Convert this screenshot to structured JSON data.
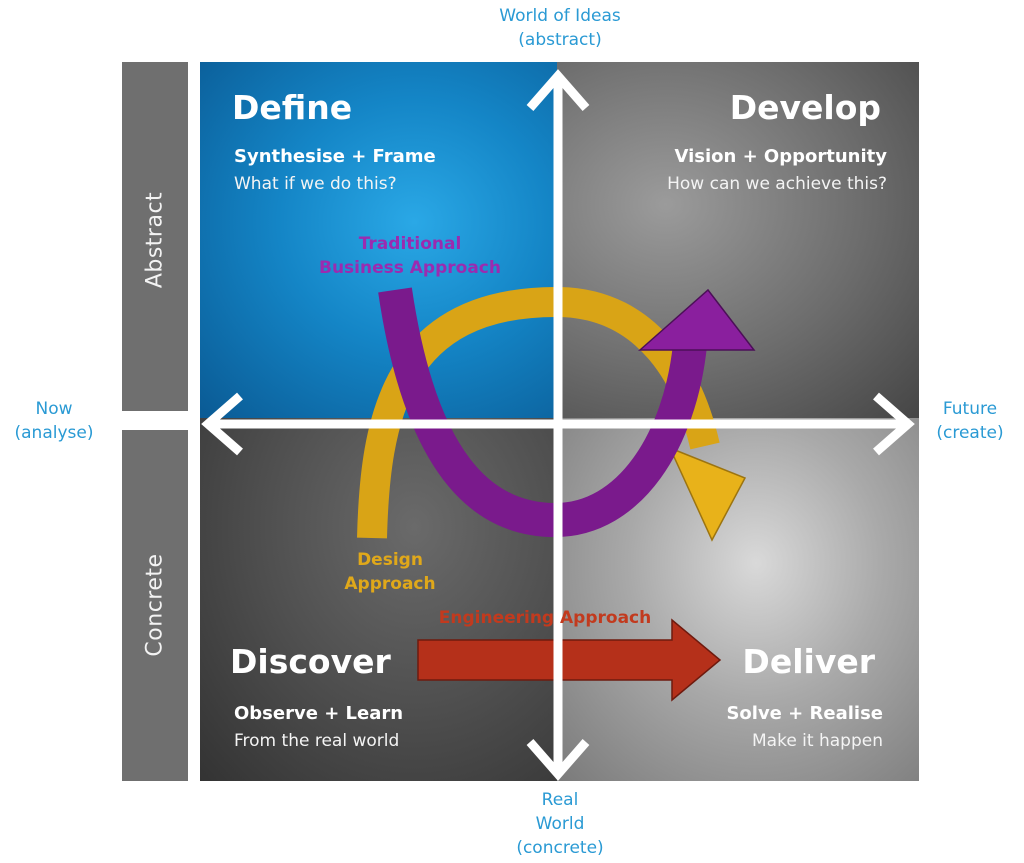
{
  "axes": {
    "top": [
      "World of Ideas",
      "(abstract)"
    ],
    "bottom": [
      "Real",
      "World",
      "(concrete)"
    ],
    "left": [
      "Now",
      "(analyse)"
    ],
    "right": [
      "Future",
      "(create)"
    ]
  },
  "sidebars": {
    "top": "Abstract",
    "bottom": "Concrete"
  },
  "quadrants": {
    "define": {
      "title": "Define",
      "subtitle": "Synthesise + Frame",
      "description": "What if we do this?"
    },
    "develop": {
      "title": "Develop",
      "subtitle": "Vision + Opportunity",
      "description": "How can we achieve this?"
    },
    "discover": {
      "title": "Discover",
      "subtitle": "Observe + Learn",
      "description": "From the real world"
    },
    "deliver": {
      "title": "Deliver",
      "subtitle": "Solve + Realise",
      "description": "Make it happen"
    }
  },
  "approaches": {
    "traditional": [
      "Traditional",
      "Business Approach"
    ],
    "design": [
      "Design",
      "Approach"
    ],
    "engineering": "Engineering Approach"
  },
  "colors": {
    "axis_label": "#2a9ad4",
    "define": "#1a8fd0",
    "traditional": "#7a1a8c",
    "design": "#d9a416",
    "engineering": "#b5301a"
  }
}
